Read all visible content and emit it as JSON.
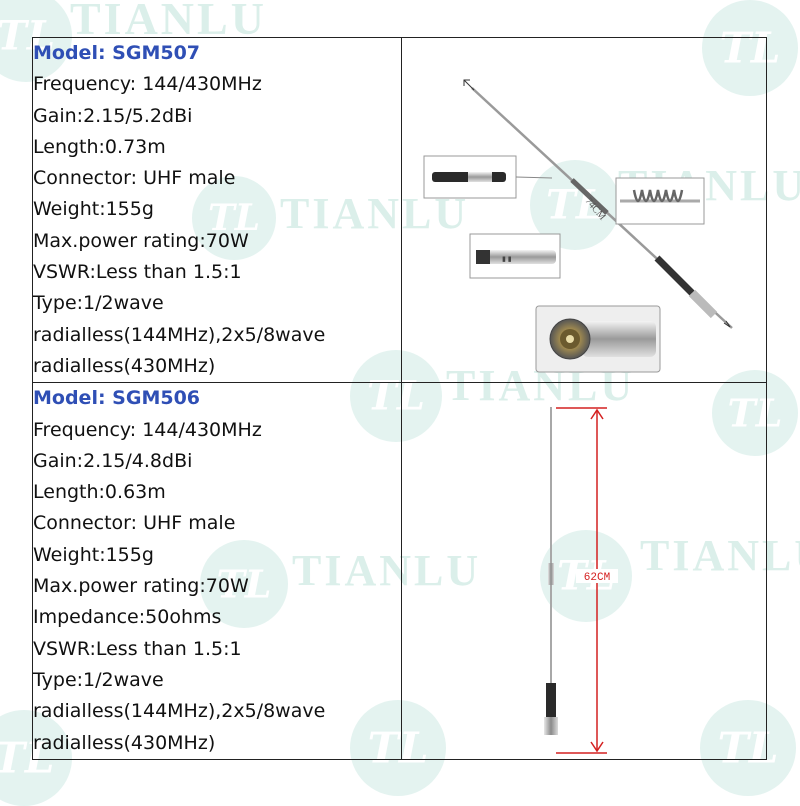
{
  "watermark": {
    "logo_letters": "TL",
    "brand": "TIANLU"
  },
  "products": [
    {
      "model": "Model: SGM507",
      "specs": [
        "Frequency: 144/430MHz",
        "Gain:2.15/5.2dBi",
        "Length:0.73m",
        "Connector: UHF male",
        "Weight:155g",
        "Max.power rating:70W",
        "VSWR:Less than 1.5:1",
        "Type:1/2wave",
        "radialless(144MHz),2x5/8wave",
        "radialless(430MHz)"
      ],
      "image_label": "74CM"
    },
    {
      "model": "Model: SGM506",
      "specs": [
        "Frequency: 144/430MHz",
        "Gain:2.15/4.8dBi",
        "Length:0.63m",
        "Connector: UHF male",
        "Weight:155g",
        "Max.power rating:70W",
        "Impedance:50ohms",
        "VSWR:Less than 1.5:1",
        "Type:1/2wave",
        "radialless(144MHz),2x5/8wave",
        "radialless(430MHz)"
      ],
      "image_label": "62CM"
    }
  ],
  "colors": {
    "model_text": "#2f4fb5",
    "dimension_line": "#d42020",
    "watermark": "#cdeae3"
  }
}
